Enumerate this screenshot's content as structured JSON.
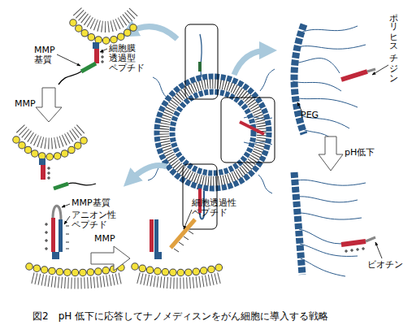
{
  "diagram": {
    "caption": "図2　pH 低下に応答してナノメディスンをがん細胞に導入する戦略",
    "labels": [
      "MMP 基質",
      "細胞膜 透過型 ペプチド",
      "MMP",
      "MMP基質",
      "アニオン性 ペプチド",
      "MMP",
      "細胞透過性 ペプチド",
      "ポリヒスチジン",
      "PEG",
      "pH低下",
      "ビオチン"
    ]
  }
}
